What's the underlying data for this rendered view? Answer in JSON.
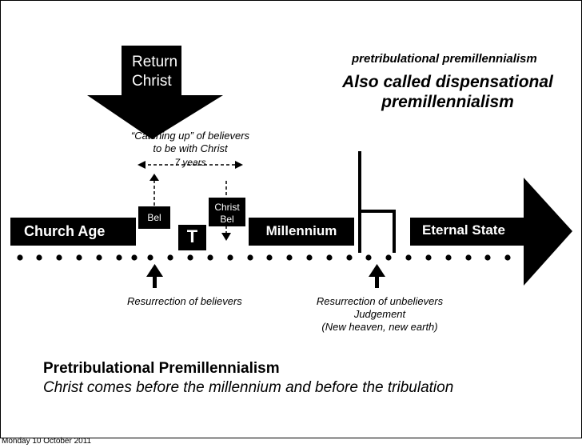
{
  "arrow_label": {
    "line1": "Return",
    "line2": "Christ"
  },
  "top_right": {
    "subtitle": "pretribulational premillennialism",
    "also_line1": "Also called dispensational",
    "also_line2": "premillennialism"
  },
  "rapture": {
    "line1": "“Catching up” of believers",
    "line2": "to be with Christ",
    "duration": "7 years"
  },
  "markers": {
    "bel": "Bel",
    "christ": "Christ",
    "christ_bel": "Bel",
    "tribulation": "T"
  },
  "timeline": {
    "church_age": "Church Age",
    "millennium": "Millennium",
    "eternal_state": "Eternal State"
  },
  "events": {
    "resurrection_believers": "Resurrection of believers",
    "resurrection_unbelievers": "Resurrection of unbelievers",
    "judgement": "Judgement",
    "new_heaven": "(New heaven, new earth)"
  },
  "bottom": {
    "title": "Pretribulational Premillennialism",
    "subtitle": "Christ comes before the millennium and before the tribulation"
  },
  "footer": {
    "date": "Monday 10 October 2011"
  },
  "colors": {
    "ink": "#000000",
    "paper": "#ffffff"
  }
}
